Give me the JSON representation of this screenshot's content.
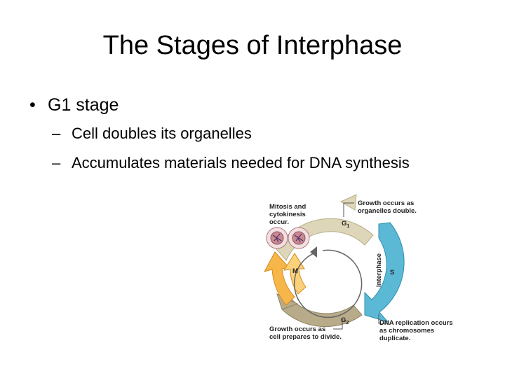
{
  "slide": {
    "title": "The Stages of Interphase",
    "bullet": "G1 stage",
    "subpoints": [
      "Cell doubles its organelles",
      "Accumulates materials needed for DNA synthesis"
    ]
  },
  "diagram": {
    "mitosis_caption": [
      "Mitosis and",
      "cytokinesis",
      "occur."
    ],
    "g1_growth_caption": [
      "Growth occurs as",
      "organelles double."
    ],
    "g2_growth_caption": [
      "Growth occurs as",
      "cell prepares to divide."
    ],
    "dna_caption": [
      "DNA replication occurs",
      "as chromosomes",
      "duplicate."
    ],
    "labels": {
      "g1": "G",
      "g1_sub": "1",
      "g2": "G",
      "g2_sub": "2",
      "s": "S",
      "m": "M",
      "interphase": "Interphase"
    },
    "colors": {
      "g1_arc": "#ddd6b8",
      "s_arc": "#5bb9d6",
      "g2_arc": "#b8ab8a",
      "m_arc": "#f6b64a",
      "cell": "#c98a90"
    }
  }
}
